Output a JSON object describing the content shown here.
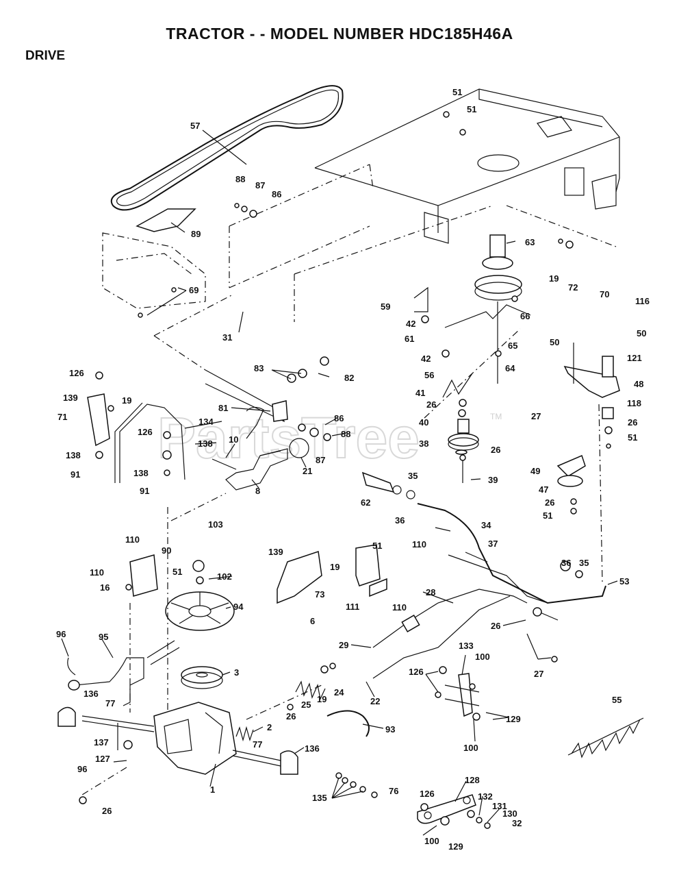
{
  "header": {
    "title": "TRACTOR - - MODEL NUMBER HDC185H46A",
    "section": "DRIVE"
  },
  "watermark": {
    "text": "PartsTree",
    "trademark": "TM"
  },
  "callouts": [
    "51",
    "51",
    "57",
    "88",
    "87",
    "86",
    "89",
    "63",
    "19",
    "72",
    "70",
    "116",
    "69",
    "59",
    "66",
    "42",
    "61",
    "31",
    "50",
    "50",
    "65",
    "64",
    "121",
    "42",
    "56",
    "48",
    "83",
    "82",
    "41",
    "126",
    "139",
    "19",
    "26",
    "118",
    "71",
    "81",
    "134",
    "86",
    "27",
    "26",
    "40",
    "126",
    "10",
    "88",
    "138",
    "87",
    "51",
    "38",
    "26",
    "138",
    "21",
    "39",
    "91",
    "138",
    "91",
    "8",
    "35",
    "62",
    "49",
    "36",
    "47",
    "26",
    "51",
    "103",
    "34",
    "110",
    "90",
    "37",
    "139",
    "51",
    "110",
    "51",
    "19",
    "36",
    "35",
    "102",
    "110",
    "16",
    "73",
    "110",
    "111",
    "53",
    "28",
    "94",
    "6",
    "26",
    "96",
    "95",
    "29",
    "27",
    "133",
    "100",
    "126",
    "3",
    "24",
    "19",
    "25",
    "22",
    "136",
    "77",
    "55",
    "26",
    "129",
    "2",
    "93",
    "100",
    "137",
    "77",
    "136",
    "127",
    "1",
    "96",
    "76",
    "135",
    "128",
    "26",
    "126",
    "132",
    "131",
    "130",
    "32",
    "100",
    "129"
  ]
}
